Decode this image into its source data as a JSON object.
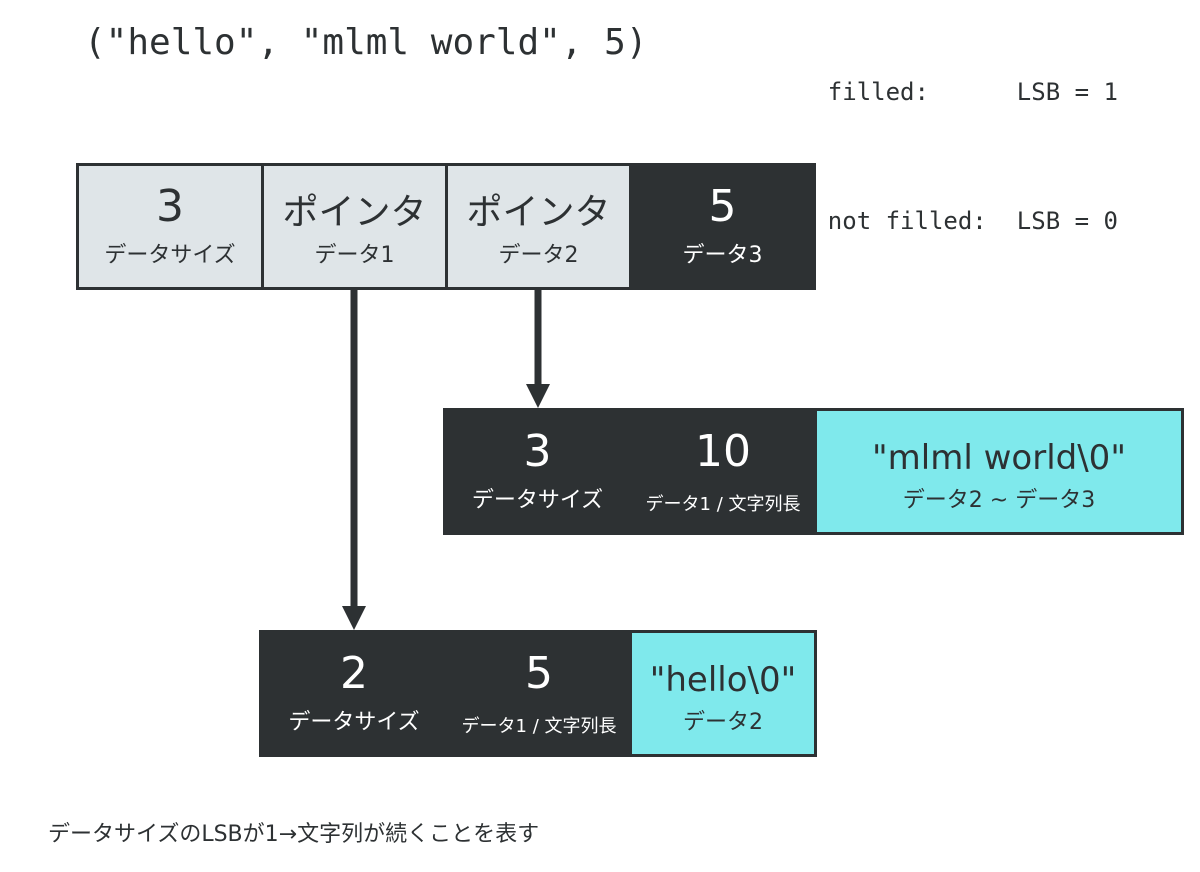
{
  "title": "(\"hello\", \"mlml world\", 5)",
  "legend": [
    {
      "key": "filled:",
      "value": "LSB = 1"
    },
    {
      "key": "not filled:",
      "value": "LSB = 0"
    }
  ],
  "top_block": {
    "size": {
      "value": "3",
      "label": "データサイズ"
    },
    "ptr1": {
      "value": "ポインタ",
      "label": "データ1"
    },
    "ptr2": {
      "value": "ポインタ",
      "label": "データ2"
    },
    "data3": {
      "value": "5",
      "label": "データ3"
    }
  },
  "mid_block": {
    "size": {
      "value": "3",
      "label": "データサイズ"
    },
    "len": {
      "value": "10",
      "label": "データ1 / 文字列長"
    },
    "str": {
      "value": "\"mlml world\\0\"",
      "label": "データ2 ~ データ3"
    }
  },
  "bottom_block": {
    "size": {
      "value": "2",
      "label": "データサイズ"
    },
    "len": {
      "value": "5",
      "label": "データ1 / 文字列長"
    },
    "str": {
      "value": "\"hello\\0\"",
      "label": "データ2"
    }
  },
  "footnote": "データサイズのLSBが1→文字列が続くことを表す",
  "colors": {
    "dark": "#2d3133",
    "light": "#dfe5e8",
    "cyan": "#7fe9ec"
  }
}
